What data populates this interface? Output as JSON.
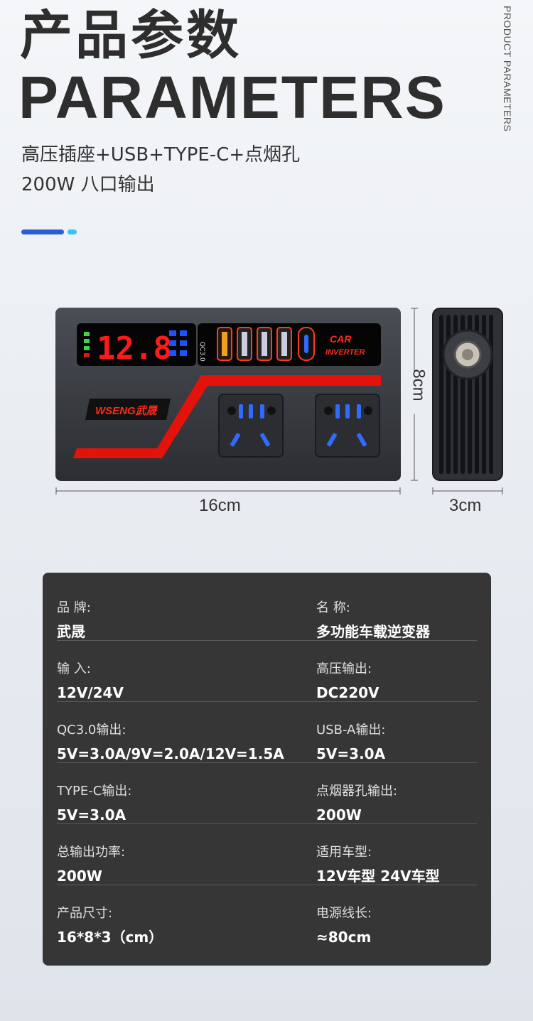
{
  "header": {
    "title_cn": "产品参数",
    "title_en": "PARAMETERS",
    "side_label": "PRODUCT PARAMETERS",
    "subtitle_line1": "高压插座+USB+TYPE-C+点烟孔",
    "subtitle_line2": "200W 八口输出"
  },
  "accent": {
    "blue": "#2c5fd6",
    "cyan": "#39c2f0"
  },
  "product": {
    "display_value": "12.8",
    "brand_logo": "WSENG武晟",
    "badge_line1": "CAR",
    "badge_line2": "INVERTER",
    "qc_label": "QC3.0",
    "dim_width": "16cm",
    "dim_height": "8cm",
    "dim_depth": "3cm",
    "colors": {
      "body": "#3a3d42",
      "red": "#e3120b",
      "screen": "#050505"
    }
  },
  "params": [
    {
      "left_label": "品 牌:",
      "left_value": "武晟",
      "right_label": "名 称:",
      "right_value": "多功能车载逆变器"
    },
    {
      "left_label": "输 入:",
      "left_value": "12V/24V",
      "right_label": "高压输出:",
      "right_value": "DC220V"
    },
    {
      "left_label": "QC3.0输出:",
      "left_value": "5V=3.0A/9V=2.0A/12V=1.5A",
      "right_label": "USB-A输出:",
      "right_value": "5V=3.0A"
    },
    {
      "left_label": "TYPE-C输出:",
      "left_value": "5V=3.0A",
      "right_label": "点烟器孔输出:",
      "right_value": "200W"
    },
    {
      "left_label": "总输出功率:",
      "left_value": "200W",
      "right_label": "适用车型:",
      "right_value": "12V车型 24V车型"
    },
    {
      "left_label": "产品尺寸:",
      "left_value": "16*8*3（cm）",
      "right_label": "电源线长:",
      "right_value": "≈80cm"
    }
  ]
}
